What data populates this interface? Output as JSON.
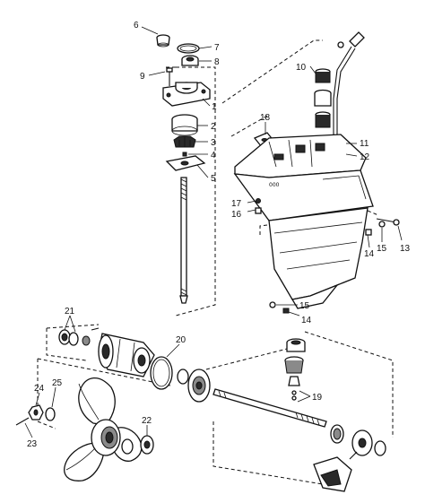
{
  "diagram": {
    "callouts": {
      "c1": "1",
      "c2": "2",
      "c3": "3",
      "c4": "4",
      "c5": "5",
      "c6": "6",
      "c7": "7",
      "c8": "8",
      "c9": "9",
      "c10": "10",
      "c11": "11",
      "c12": "12",
      "c13": "13",
      "c14a": "14",
      "c14b": "14",
      "c15a": "15",
      "c15b": "15",
      "c16": "16",
      "c17": "17",
      "c18": "18",
      "c19": "19",
      "c20": "20",
      "c21": "21",
      "c22": "22",
      "c23": "23",
      "c24": "24",
      "c25": "25"
    },
    "housing_stamp": "000"
  }
}
